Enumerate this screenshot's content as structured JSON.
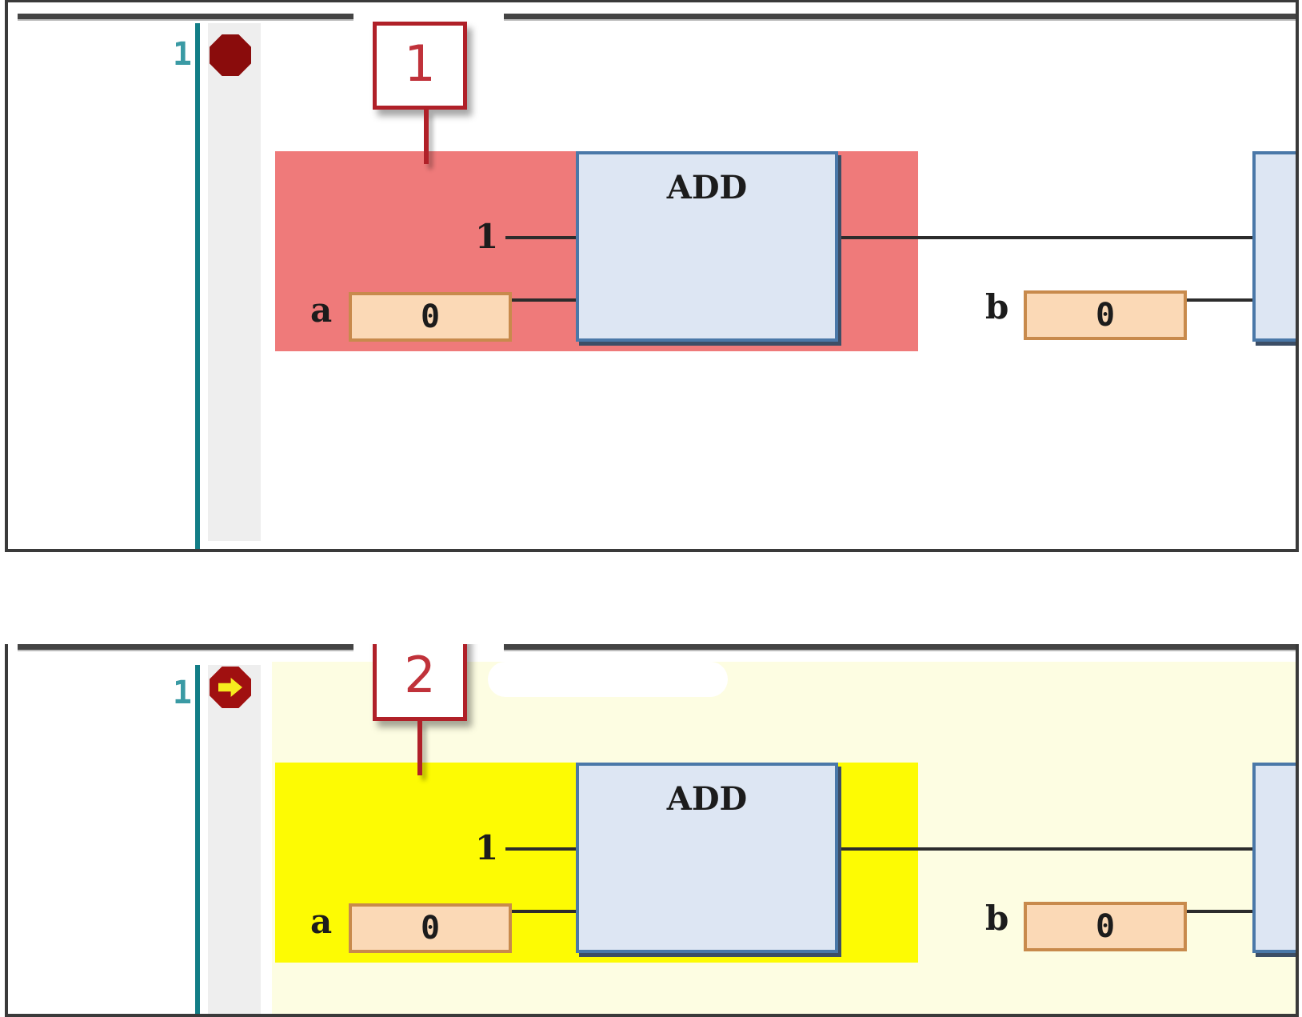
{
  "panels": [
    {
      "row_number": "1",
      "gutter_icon": "breakpoint-icon",
      "callout_number": "1",
      "highlight_color": "#ef7a7a",
      "function_block": {
        "name": "ADD",
        "input_constant": "1",
        "input_var_name": "a",
        "input_var_value": "0"
      },
      "next_block": {
        "input_var_name": "b",
        "input_var_value": "0"
      }
    },
    {
      "row_number": "1",
      "gutter_icon": "current-position-arrow-icon",
      "callout_number": "2",
      "highlight_color": "#fdfb03",
      "function_block": {
        "name": "ADD",
        "input_constant": "1",
        "input_var_name": "a",
        "input_var_value": "0"
      },
      "next_block": {
        "input_var_name": "b",
        "input_var_value": "0"
      }
    }
  ]
}
